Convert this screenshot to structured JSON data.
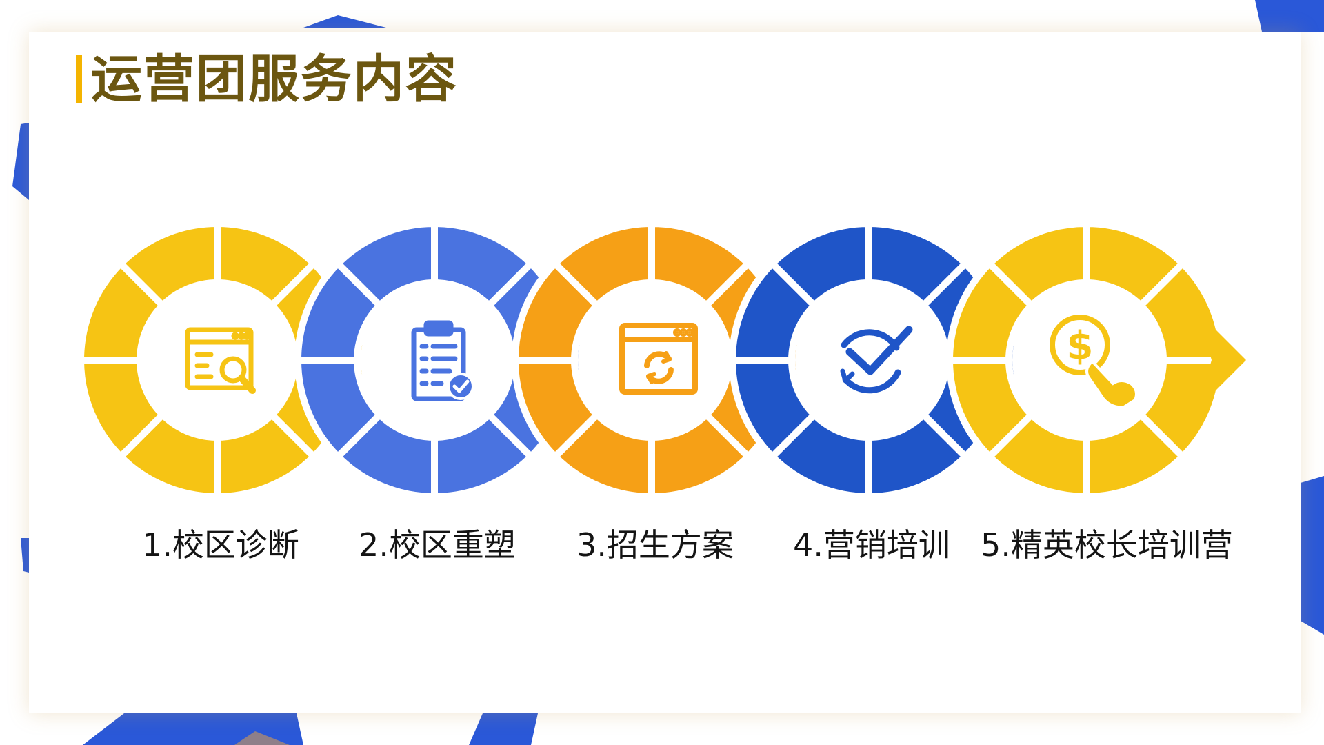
{
  "title": "运营团服务内容",
  "colors": {
    "accent_bar": "#f4b400",
    "title_text": "#6b5610",
    "yellow": "#f6c414",
    "blue": "#4a73e0",
    "orange": "#f6a016",
    "dark_blue": "#1f55c8",
    "background_blue": "#2a58d8"
  },
  "steps": [
    {
      "label": "1.校区诊断",
      "icon": "browser-search-icon",
      "color": "#f6c414"
    },
    {
      "label": "2.校区重塑",
      "icon": "clipboard-check-icon",
      "color": "#4a73e0"
    },
    {
      "label": "3.招生方案",
      "icon": "browser-refresh-icon",
      "color": "#f6a016"
    },
    {
      "label": "4.营销培训",
      "icon": "refresh-check-icon",
      "color": "#1f55c8"
    },
    {
      "label": "5.精英校长培训营",
      "icon": "dollar-hand-icon",
      "color": "#f6c414"
    }
  ]
}
